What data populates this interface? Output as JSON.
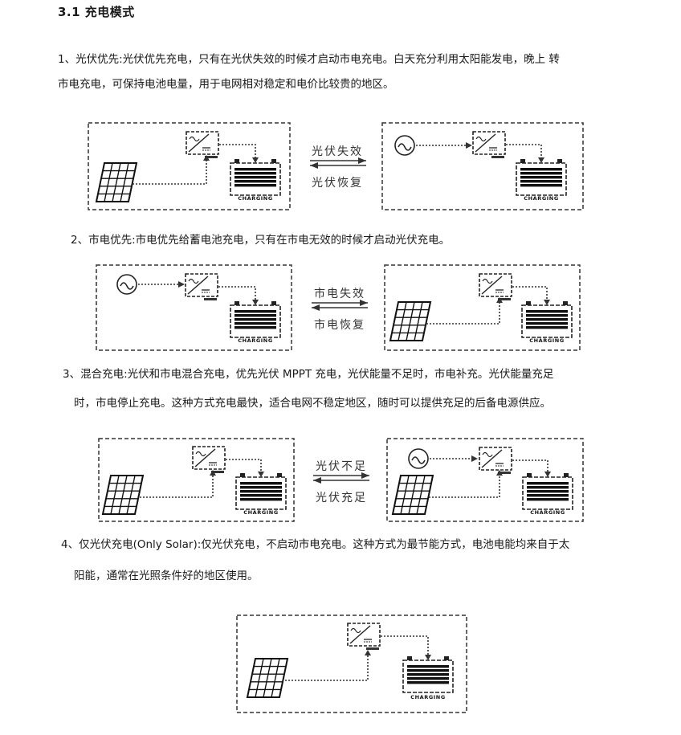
{
  "section": {
    "title": "3.1  充电模式"
  },
  "items": [
    {
      "line1": "1、光伏优先:光伏优先充电，只有在光伏失效的时候才启动市电充电。白天充分利用太阳能发电，晚上 转",
      "line2": "市电充电，可保持电池电量，用于电网相对稳定和电价比较贵的地区。"
    },
    {
      "line1": "2、市电优先:市电优先给蓄电池充电，只有在市电无效的时候才启动光伏充电。"
    },
    {
      "line1": "3、混合充电:光伏和市电混合充电，优先光伏 MPPT 充电，光伏能量不足时，市电补充。光伏能量充足",
      "line2": "时，市电停止充电。这种方式充电最快，适合电网不稳定地区，随时可以提供充足的后备电源供应。"
    },
    {
      "line1": "4、仅光伏充电(Only  Solar):仅光伏充电，不启动市电充电。这种方式为最节能方式，电池电能均来自于太",
      "line2": "阳能，通常在光照条件好的地区使用。"
    }
  ],
  "figures": {
    "fig1": {
      "top": "光伏失效",
      "bottom": "光伏恢复",
      "battery": "CHARGING"
    },
    "fig2": {
      "top": "市电失效",
      "bottom": "市电恢复",
      "battery": "CHARGING"
    },
    "fig3": {
      "top": "光伏不足",
      "bottom": "光伏充足",
      "battery": "CHARGING"
    },
    "fig4": {
      "battery": "CHARGING"
    }
  }
}
